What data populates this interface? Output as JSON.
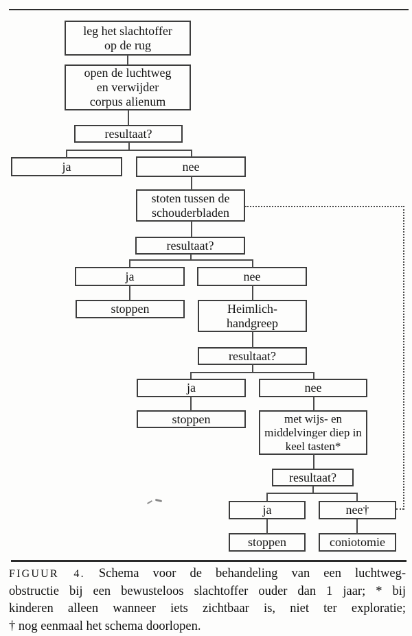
{
  "figure": {
    "kind": "flowchart-scan",
    "language": "nl"
  },
  "flowchart": {
    "nodes": {
      "start": {
        "label": "leg het slachtoffer\nop de rug"
      },
      "open_airway": {
        "label": "open de luchtweg\nen verwijder\ncorpus alienum"
      },
      "result1": {
        "label": "resultaat?"
      },
      "ja1": {
        "label": "ja"
      },
      "nee1": {
        "label": "nee"
      },
      "back_blows": {
        "label": "stoten tussen de\nschouderbladen"
      },
      "result2": {
        "label": "resultaat?"
      },
      "ja2": {
        "label": "ja"
      },
      "nee2": {
        "label": "nee"
      },
      "stop2": {
        "label": "stoppen"
      },
      "heimlich": {
        "label": "Heimlich-\nhandgreep"
      },
      "result3": {
        "label": "resultaat?"
      },
      "ja3": {
        "label": "ja"
      },
      "nee3": {
        "label": "nee"
      },
      "stop3": {
        "label": "stoppen"
      },
      "finger_sweep": {
        "label": "met wijs- en\nmiddelvinger diep in\nkeel tasten*"
      },
      "result4": {
        "label": "resultaat?"
      },
      "ja4": {
        "label": "ja"
      },
      "nee4": {
        "label": "nee†"
      },
      "stop4": {
        "label": "stoppen"
      },
      "coniotomie": {
        "label": "coniotomie"
      }
    },
    "edges": [
      {
        "from": "start",
        "to": "open_airway",
        "style": "solid"
      },
      {
        "from": "open_airway",
        "to": "result1",
        "style": "solid"
      },
      {
        "from": "result1",
        "to": "ja1",
        "style": "solid"
      },
      {
        "from": "result1",
        "to": "nee1",
        "style": "solid"
      },
      {
        "from": "nee1",
        "to": "back_blows",
        "style": "solid"
      },
      {
        "from": "back_blows",
        "to": "result2",
        "style": "solid"
      },
      {
        "from": "result2",
        "to": "ja2",
        "style": "solid"
      },
      {
        "from": "ja2",
        "to": "stop2",
        "style": "solid"
      },
      {
        "from": "result2",
        "to": "nee2",
        "style": "solid"
      },
      {
        "from": "nee2",
        "to": "heimlich",
        "style": "solid"
      },
      {
        "from": "heimlich",
        "to": "result3",
        "style": "solid"
      },
      {
        "from": "result3",
        "to": "ja3",
        "style": "solid"
      },
      {
        "from": "ja3",
        "to": "stop3",
        "style": "solid"
      },
      {
        "from": "result3",
        "to": "nee3",
        "style": "solid"
      },
      {
        "from": "nee3",
        "to": "finger_sweep",
        "style": "solid"
      },
      {
        "from": "finger_sweep",
        "to": "result4",
        "style": "solid"
      },
      {
        "from": "result4",
        "to": "ja4",
        "style": "solid"
      },
      {
        "from": "ja4",
        "to": "stop4",
        "style": "solid"
      },
      {
        "from": "result4",
        "to": "nee4",
        "style": "solid"
      },
      {
        "from": "nee4",
        "to": "coniotomie",
        "style": "solid"
      },
      {
        "from": "nee4",
        "to": "back_blows",
        "style": "dotted-feedback"
      }
    ]
  },
  "caption": {
    "figure_label": "FIGUUR 4.",
    "line1_rest": "Schema voor de behandeling van een luchtweg-",
    "line2": "obstructie bij een bewusteloos slachtoffer ouder dan 1 jaar; * bij",
    "line3": "kinderen alleen wanneer iets zichtbaar is, niet ter exploratie;",
    "line4": "† nog eenmaal het schema doorlopen.",
    "full_text": "FIGUUR 4. Schema voor de behandeling van een luchtwegobstructie bij een bewusteloos slachtoffer ouder dan 1 jaar; * bij kinderen alleen wanneer iets zichtbaar is, niet ter exploratie; † nog eenmaal het schema doorlopen."
  },
  "colors": {
    "ink": "#111111",
    "box_border": "#3d3d3d",
    "connector": "#4a4a4a",
    "background": "#fdfdfc"
  }
}
